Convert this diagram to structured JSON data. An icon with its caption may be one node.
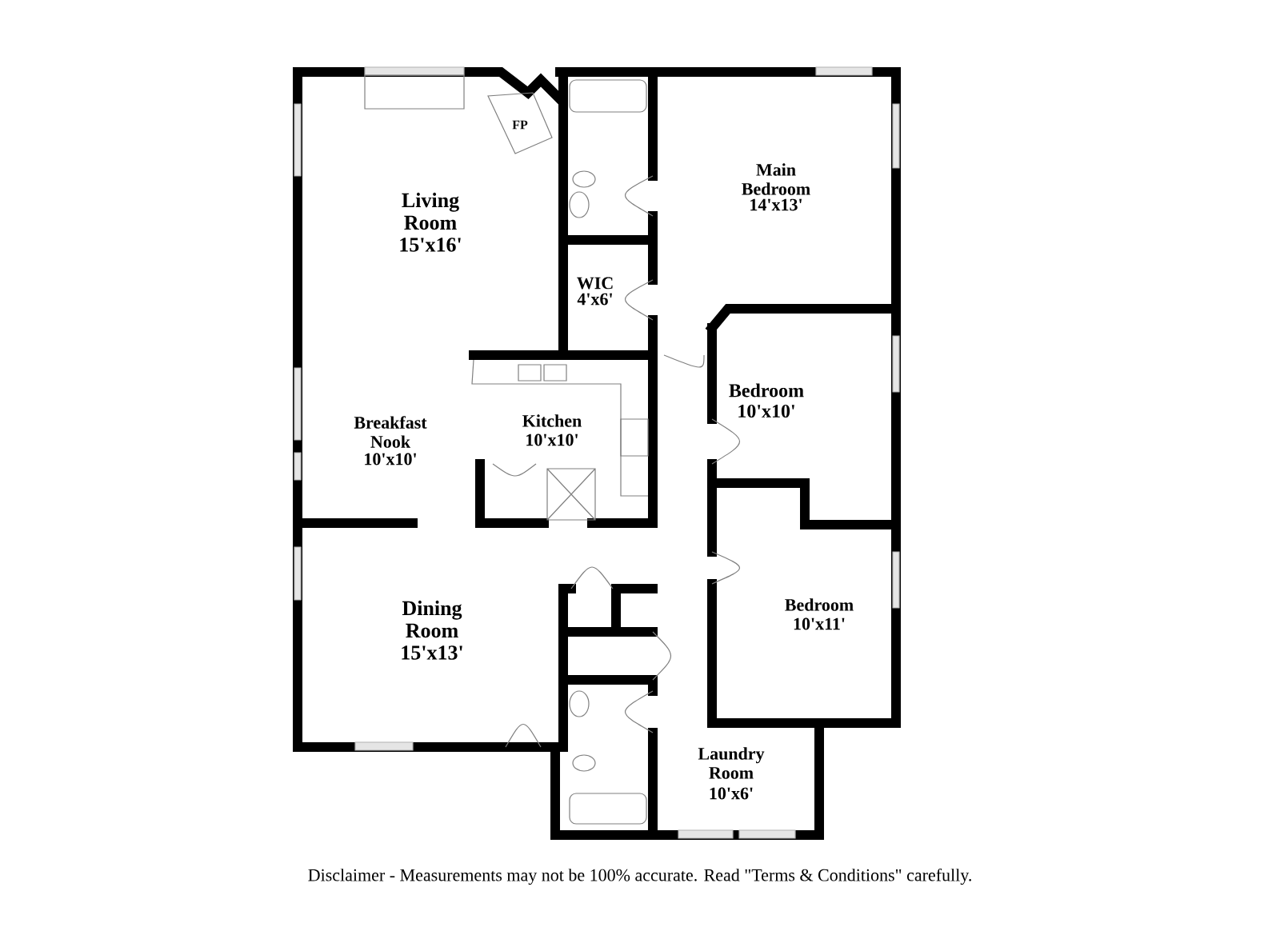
{
  "diagram": {
    "caption": "Disclaimer - Measurements may not be 100% accurate. Read \"Terms & Conditions\" carefully.",
    "labels": [
      "Living Room",
      "15'x16'",
      "FP",
      "Main Bedroom",
      "14'x13'",
      "WIC",
      "4'x6'",
      "Bedroom",
      "10'x10'",
      "Breakfast Nook",
      "10'x10'",
      "Kitchen",
      "10'x10'",
      "Dining Room",
      "15'x13'",
      "Bedroom",
      "10'x11'",
      "Laundry Room",
      "10'x6'"
    ]
  }
}
